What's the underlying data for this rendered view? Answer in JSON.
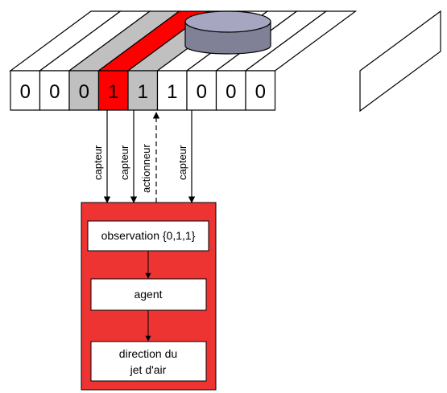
{
  "diagram": {
    "cells": [
      "0",
      "0",
      "0",
      "1",
      "1",
      "1",
      "0",
      "0",
      "0"
    ],
    "highlighted_cells": [
      2,
      4
    ],
    "active_cell": 3,
    "sensor_labels": [
      "capteur",
      "capteur",
      "capteur"
    ],
    "actuator_label": "actionneur",
    "boxes": {
      "observation": "observation {0,1,1}",
      "agent": "agent",
      "direction_line1": "direction du",
      "direction_line2": "jet d'air"
    },
    "colors": {
      "active": "#ff0000",
      "highlight": "#c0c0c0",
      "agent_panel": "#ee3333",
      "puck_top": "#a6a6c0",
      "puck_side": "#808096",
      "cell_fill": "#ffffff"
    }
  }
}
